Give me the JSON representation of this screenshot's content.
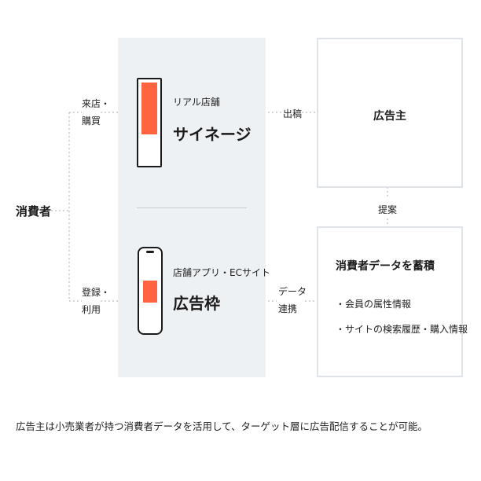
{
  "consumer": {
    "label": "消費者"
  },
  "edges": {
    "visit": [
      "来店・",
      "購買"
    ],
    "register": [
      "登録・",
      "利用"
    ],
    "submit": "出稿",
    "data_link": [
      "データ",
      "連携"
    ],
    "propose": "提案"
  },
  "channels": {
    "real": {
      "category": "リアル店舗",
      "name": "サイネージ"
    },
    "online": {
      "category": "店舗アプリ・ECサイト",
      "name": "広告枠"
    }
  },
  "advertiser": {
    "label": "広告主"
  },
  "data_store": {
    "title": "消費者データを蓄積",
    "items": [
      "・会員の属性情報",
      "・サイトの検索履歴・購入情報"
    ]
  },
  "caption": "広告主は小売業者が持つ消費者データを活用して、ターゲット層に広告配信することが可能。",
  "colors": {
    "accent": "#ff6340",
    "panel": "#eef1f4",
    "border": "#dfe3e8"
  }
}
